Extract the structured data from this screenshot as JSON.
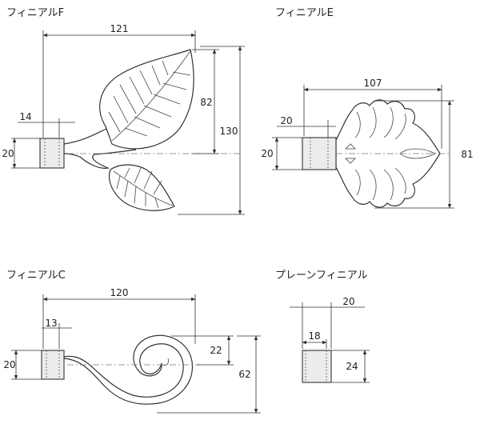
{
  "panels": {
    "f": {
      "title": "フィニアルF",
      "dims": {
        "width": "121",
        "height_upper": "82",
        "height_total": "130",
        "cap_length": "14",
        "cap_diameter": "20"
      }
    },
    "e": {
      "title": "フィニアルE",
      "dims": {
        "width": "107",
        "height": "81",
        "cap_length": "20",
        "cap_diameter": "20"
      }
    },
    "c": {
      "title": "フィニアルC",
      "dims": {
        "width": "120",
        "height_upper": "22",
        "height_total": "62",
        "cap_length": "13",
        "cap_diameter": "20"
      }
    },
    "plain": {
      "title": "プレーンフィニアル",
      "dims": {
        "width": "20",
        "cap_length": "18",
        "height": "24"
      }
    }
  }
}
